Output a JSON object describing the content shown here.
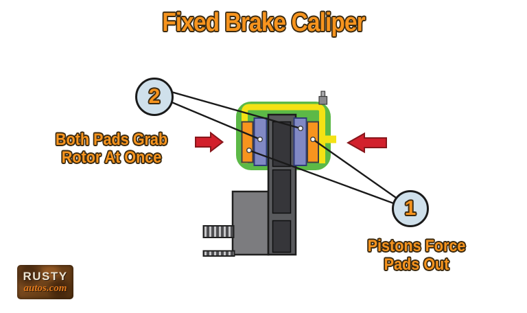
{
  "title": "Fixed Brake Caliper",
  "annotations": {
    "callout_2": {
      "number": "2",
      "label_line1": "Both Pads Grab",
      "label_line2": "Rotor At Once"
    },
    "callout_1": {
      "number": "1",
      "label_line1": "Pistons Force",
      "label_line2": "Pads Out"
    }
  },
  "logo": {
    "brand": "RUSTY",
    "domain": "autos.com"
  },
  "diagram_parts": [
    "caliper-body",
    "hydraulic-fluid-channel",
    "brake-line-stub",
    "bleeder-valve",
    "left-piston",
    "right-piston",
    "left-brake-pad",
    "right-brake-pad",
    "rotor-disc",
    "rotor-vents",
    "wheel-hub",
    "axle-splines",
    "inward-force-arrow-left",
    "inward-force-arrow-right",
    "leader-lines",
    "leader-dots"
  ],
  "colors": {
    "label_orange": "#F7941E",
    "label_outline": "#3B2B12",
    "caliper_green": "#5CB947",
    "fluid_yellow": "#F4E214",
    "pad_blue": "#8189C4",
    "piston_orange": "#F7941E",
    "rotor_gray": "#595A5D",
    "vent_gray": "#36363A",
    "hub_gray": "#7C7C7F",
    "arrow_red": "#D2202C",
    "callout_fill": "#CFE0EB",
    "line_black": "#1A1A1A",
    "background": "#FFFFFF"
  }
}
